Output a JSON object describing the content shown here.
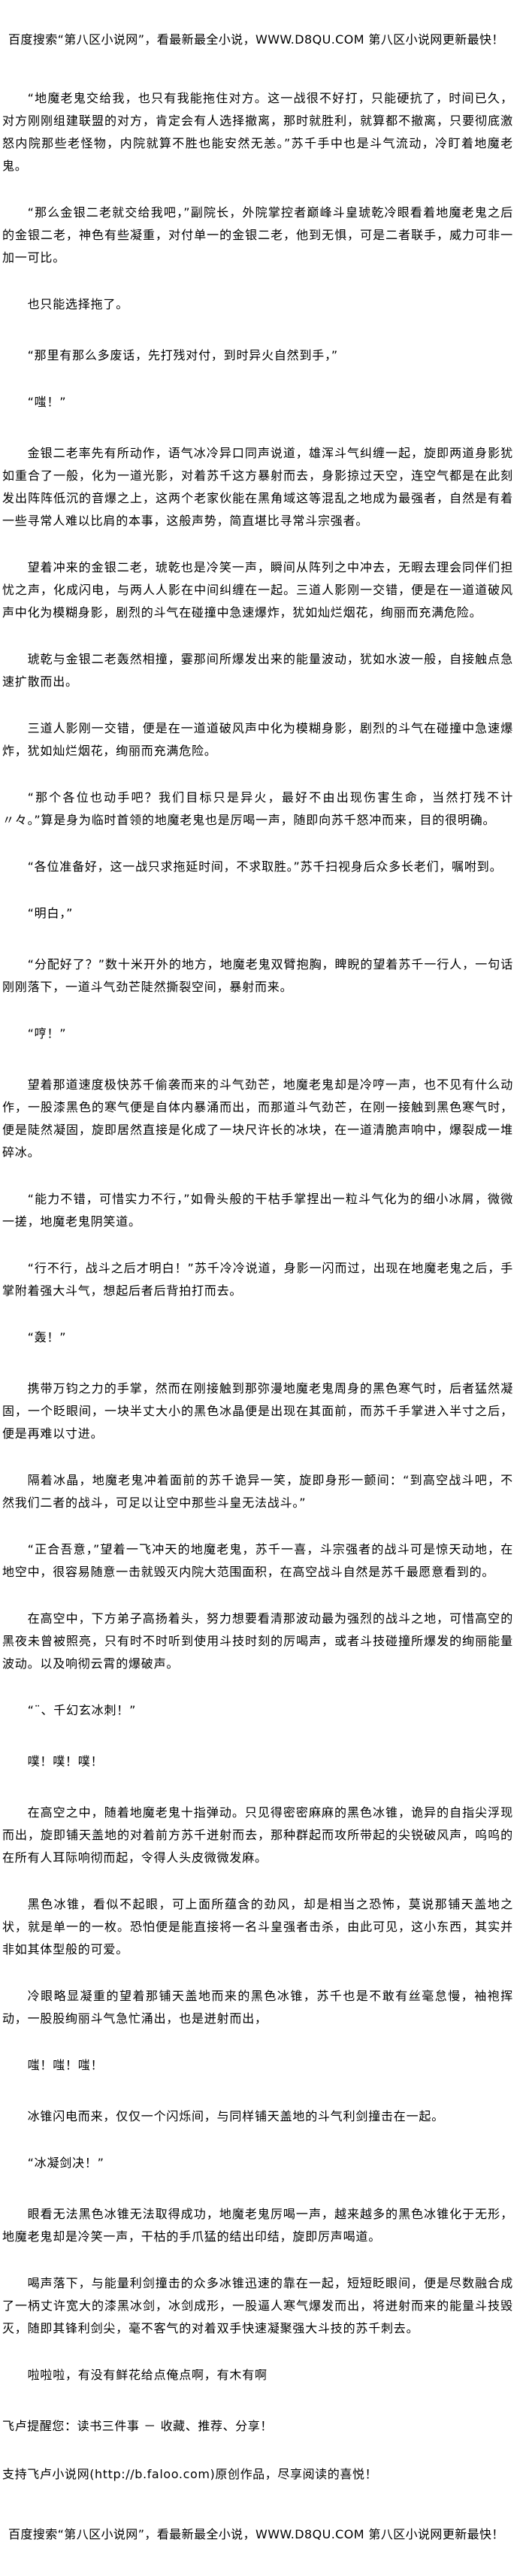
{
  "header_banner": "百度搜索“第八区小说网”，看最新最全小说，WWW.D8QU.COM  第八区小说网更新最快！",
  "paragraphs": [
    "“地魔老鬼交给我，也只有我能拖住对方。这一战很不好打，只能硬抗了，时间已久，对方刚刚组建联盟的对方，肯定会有人选择撤离，那时就胜利，就算都不撤离，只要彻底激怒内院那些老怪物，内院就算不胜也能安然无恙。”苏千手中也是斗气流动，冷盯着地魔老鬼。",
    "“那么金银二老就交给我吧，”副院长，外院掌控者巅峰斗皇琥乾冷眼看着地魔老鬼之后的金银二老，神色有些凝重，对付单一的金银二老，他到无惧，可是二者联手，威力可非一加一可比。",
    "也只能选择拖了。",
    "“那里有那么多废话，先打残对付，到时异火自然到手，”",
    "“嗤！”",
    "金银二老率先有所动作，语气冰冷异口同声说道，雄浑斗气纠缠一起，旋即两道身影犹如重合了一般，化为一道光影，对着苏千这方暴射而去，身影掠过天空，连空气都是在此刻发出阵阵低沉的音爆之上，这两个老家伙能在黑角域这等混乱之地成为最强者，自然是有着一些寻常人难以比肩的本事，这般声势，简直堪比寻常斗宗强者。",
    "望着冲来的金银二老，琥乾也是冷笑一声，瞬间从阵列之中冲去，无暇去理会同伴们担忧之声，化成闪电，与两人人影在中间纠缠在一起。三道人影刚一交错，便是在一道道破风声中化为模糊身影，剧烈的斗气在碰撞中急速爆炸，犹如灿烂烟花，绚丽而充满危险。",
    "琥乾与金银二老轰然相撞，霎那间所爆发出来的能量波动，犹如水波一般，自接触点急速扩散而出。",
    "三道人影刚一交错，便是在一道道破风声中化为模糊身影，剧烈的斗气在碰撞中急速爆炸，犹如灿烂烟花，绚丽而充满危险。",
    "“那个各位也动手吧？我们目标只是异火，最好不由出现伤害生命，当然打残不计〃々。”算是身为临时首领的地魔老鬼也是厉喝一声，随即向苏千怒冲而来，目的很明确。",
    "“各位准备好，这一战只求拖延时间，不求取胜。”苏千扫视身后众多长老们，嘱咐到。",
    "“明白，”",
    "“分配好了？”数十米开外的地方，地魔老鬼双臂抱胸，睥睨的望着苏千一行人，一句话刚刚落下，一道斗气劲芒陡然撕裂空间，暴射而来。",
    "“哼！”",
    "望着那道速度极快苏千偷袭而来的斗气劲芒，地魔老鬼却是冷哼一声，也不见有什么动作，一股漆黑色的寒气便是自体内暴涌而出，而那道斗气劲芒，在刚一接触到黑色寒气时，便是陡然凝固，旋即居然直接是化成了一块尺许长的冰块，在一道清脆声响中，爆裂成一堆碎冰。",
    "“能力不错，可惜实力不行，”如骨头般的干枯手掌捏出一粒斗气化为的细小冰屑，微微一搓，地魔老鬼阴笑道。",
    "“行不行，战斗之后才明白！”苏千冷冷说道，身影一闪而过，出现在地魔老鬼之后，手掌附着强大斗气，想起后者后背拍打而去。",
    "“轰！”",
    "携带万钧之力的手掌，然而在刚接触到那弥漫地魔老鬼周身的黑色寒气时，后者猛然凝固，一个眨眼间，一块半丈大小的黑色冰晶便是出现在其面前，而苏千手掌进入半寸之后，便是再难以寸进。",
    "隔着冰晶，地魔老鬼冲着面前的苏千诡异一笑，旋即身形一颤间：“到高空战斗吧，不然我们二者的战斗，可足以让空中那些斗皇无法战斗。”",
    "“正合吾意，”望着一飞冲天的地魔老鬼，苏千一喜，斗宗强者的战斗可是惊天动地，在地空中，很容易随意一击就毁灭内院大范围面积，在高空战斗自然是苏千最愿意看到的。",
    "在高空中，下方弟子高扬着头，努力想要看清那波动最为强烈的战斗之地，可惜高空的黑夜未曾被照亮，只有时不时听到使用斗技时刻的厉喝声，或者斗技碰撞所爆发的绚丽能量波动。以及响彻云霄的爆破声。",
    "“¨、千幻玄冰刺！”",
    "噗！噗！噗！",
    "在高空之中，随着地魔老鬼十指弹动。只见得密密麻麻的黑色冰锥，诡异的自指尖浮现而出，旋即铺天盖地的对着前方苏千迸射而去，那种群起而攻所带起的尖锐破风声，呜呜的在所有人耳际响彻而起，令得人头皮微微发麻。",
    "黑色冰锥，看似不起眼，可上面所蕴含的劲风，却是相当之恐怖，莫说那铺天盖地之状，就是单一的一枚。恐怕便是能直接将一名斗皇强者击杀，由此可见，这小东西，其实并非如其体型般的可爱。",
    "冷眼略显凝重的望着那铺天盖地而来的黑色冰锥，苏千也是不敢有丝毫怠慢，袖袍挥动，一股股绚丽斗气急忙涌出，也是迸射而出，",
    "嗤！嗤！嗤！",
    "冰锥闪电而来，仅仅一个闪烁间，与同样铺天盖地的斗气利剑撞击在一起。",
    "“冰凝剑决！”",
    "眼看无法黑色冰锥无法取得成功，地魔老鬼厉喝一声，越来越多的黑色冰锥化于无形，地魔老鬼却是冷笑一声，干枯的手爪猛的结出印结，旋即厉声喝道。",
    "喝声落下，与能量利剑撞击的众多冰锥迅速的靠在一起，短短眨眼间，便是尽数融合成了一柄丈许宽大的漆黑冰剑，冰剑成形，一股逼人寒气爆发而出，将迸射而来的能量斗技毁灭，随即其锋利剑尖，毫不客气的对着双手快速凝聚强大斗技的苏千刺去。",
    "啦啦啦，有没有鲜花给点俺点啊，有木有啊"
  ],
  "reminder": "飞卢提醒您：读书三件事 － 收藏、推荐、分享！",
  "support": "支持飞卢小说网(http://b.faloo.com)原创作品，尽享阅读的喜悦！",
  "footer_banner": "百度搜索“第八区小说网”，看最新最全小说，WWW.D8QU.COM  第八区小说网更新最快！"
}
